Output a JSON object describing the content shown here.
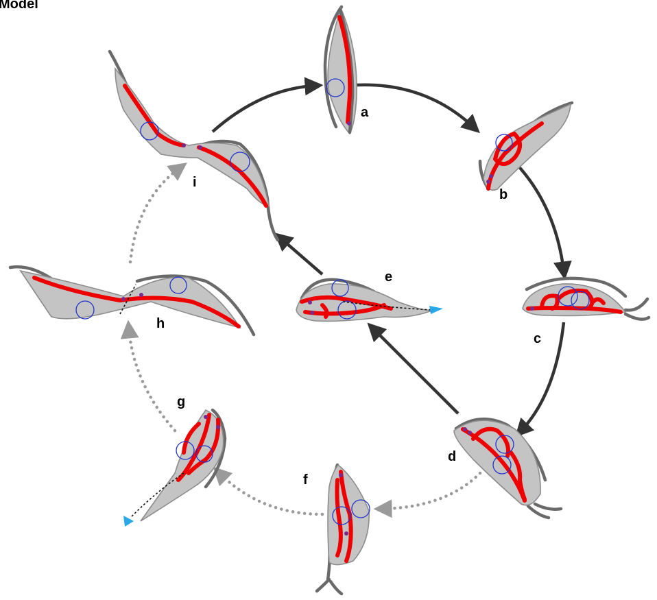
{
  "title": "Model",
  "stages": [
    "a",
    "b",
    "c",
    "d",
    "e",
    "f",
    "g",
    "h",
    "i"
  ],
  "colors": {
    "cell_body": "#c4c4c4",
    "flagellum": "#6a6a6a",
    "mitochondrion": "#ee0000",
    "nucleus": "#2233cc",
    "kinetoplast": "#7a2a8c",
    "solid_arrow": "#333333",
    "dotted_arrow": "#9a9a9a",
    "flagellum_tip": "#29a8e8"
  }
}
